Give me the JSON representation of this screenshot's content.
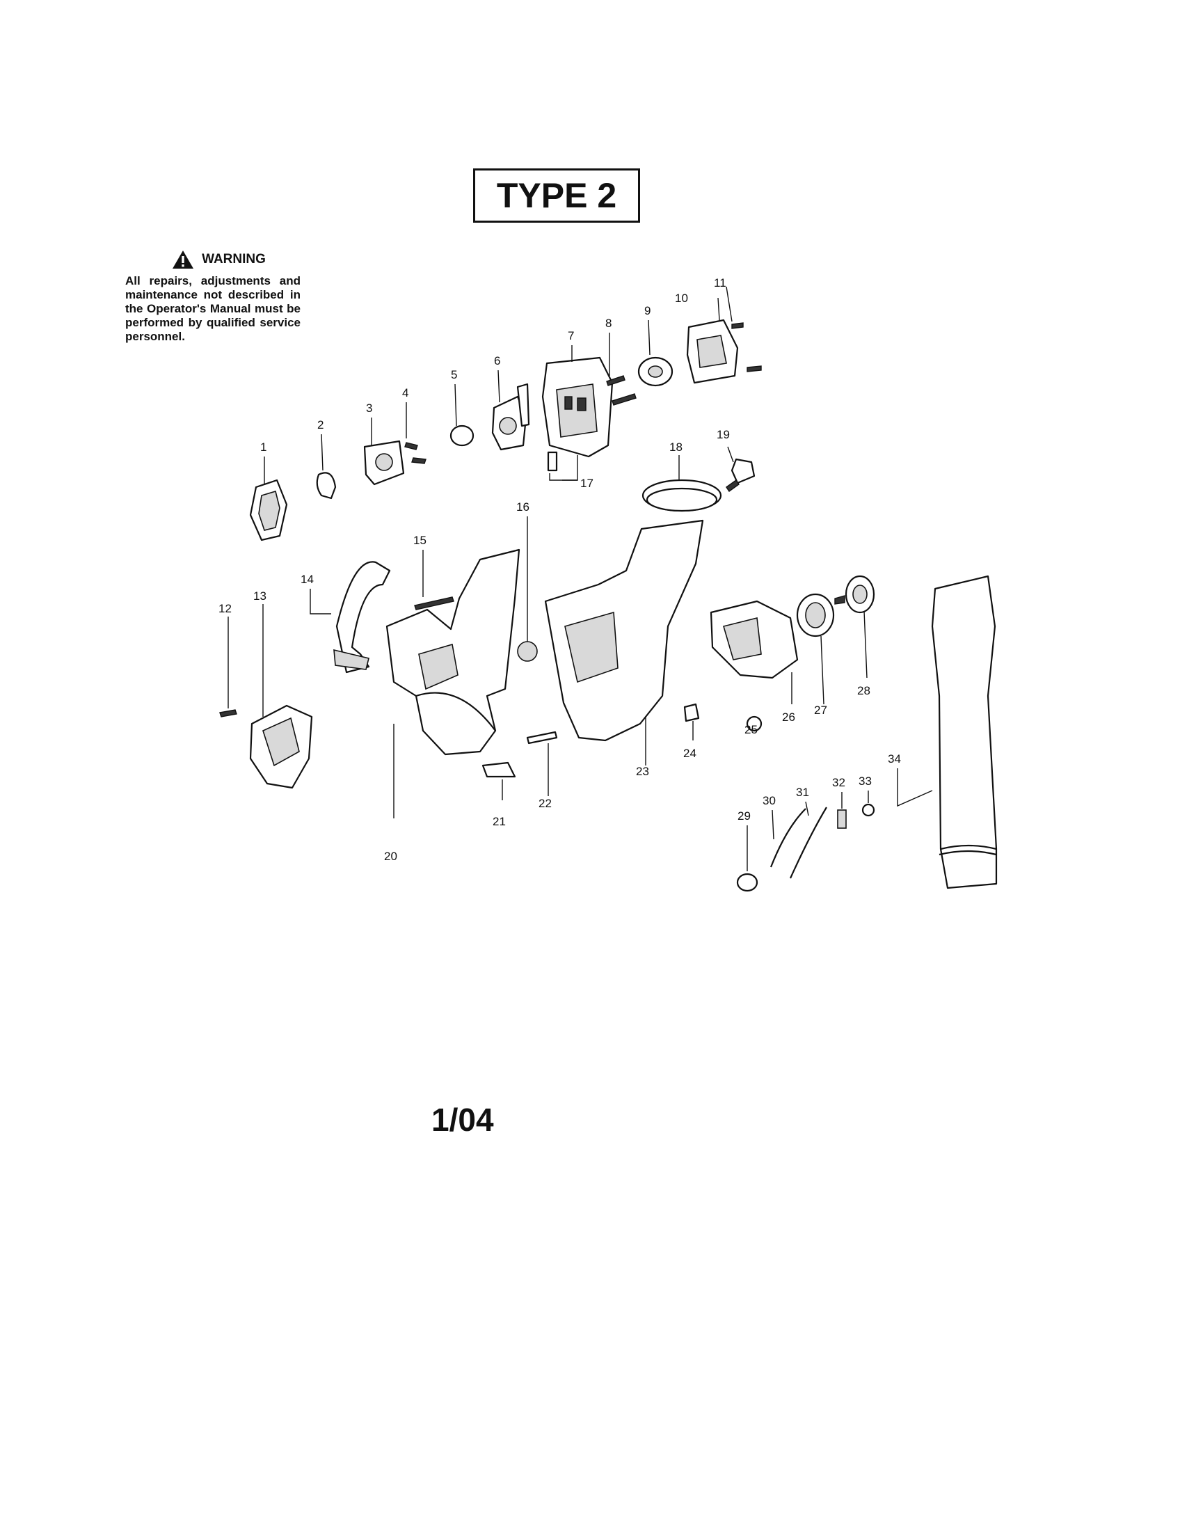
{
  "title": "TYPE 2",
  "warning": {
    "heading": "WARNING",
    "icon": "warning-triangle-icon",
    "text": "All repairs, adjustments and maintenance not described in the Operator's Manual must be performed by qualified service personnel."
  },
  "footer": {
    "date": "1/04"
  },
  "callouts": [
    "1",
    "2",
    "3",
    "4",
    "5",
    "6",
    "7",
    "8",
    "9",
    "10",
    "11",
    "12",
    "13",
    "14",
    "15",
    "16",
    "17",
    "18",
    "19",
    "20",
    "21",
    "22",
    "23",
    "24",
    "25",
    "26",
    "27",
    "28",
    "29",
    "30",
    "31",
    "32",
    "33",
    "34"
  ]
}
